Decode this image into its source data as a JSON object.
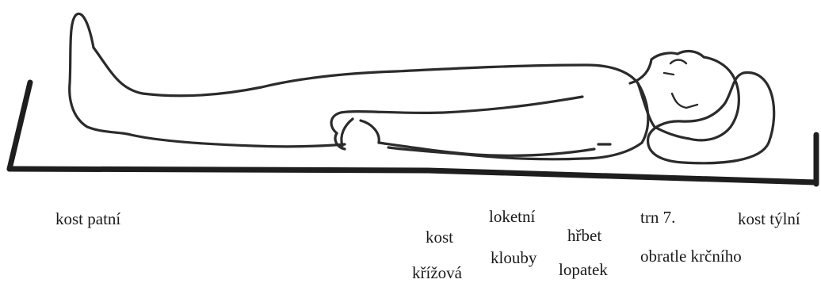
{
  "labels": {
    "heel": "kost patní",
    "sacrum_1": "kost",
    "sacrum_2": "křížová",
    "elbow_1": "loketní",
    "elbow_2": "klouby",
    "scapula_1": "hřbet",
    "scapula_2": "lopatek",
    "c7_1": "trn 7.",
    "c7_2": "obratle krčního",
    "occiput": "kost týlní"
  },
  "icons": {
    "figure": "supine-person-drawing",
    "surface": "mattress-board"
  }
}
